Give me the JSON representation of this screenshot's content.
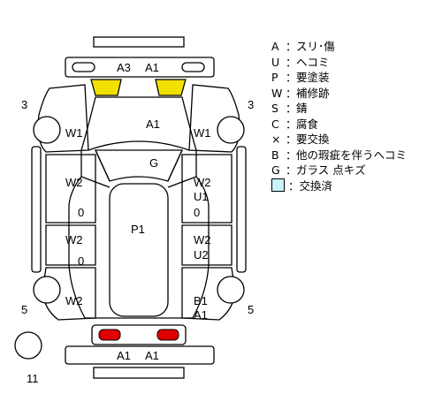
{
  "legend": {
    "items": [
      {
        "code": "A",
        "sep": "：",
        "text": "スリ･傷"
      },
      {
        "code": "U",
        "sep": "：",
        "text": "ヘコミ"
      },
      {
        "code": "P",
        "sep": "：",
        "text": "要塗装"
      },
      {
        "code": "W",
        "sep": "：",
        "text": "補修跡"
      },
      {
        "code": "S",
        "sep": "：",
        "text": "錆"
      },
      {
        "code": "C",
        "sep": "：",
        "text": "腐食"
      },
      {
        "code": "×",
        "sep": "：",
        "text": "要交換"
      },
      {
        "code": "B",
        "sep": "：",
        "text": "他の瑕疵を伴うヘコミ"
      },
      {
        "code": "G",
        "sep": "：",
        "text": "ガラス 点キズ"
      }
    ],
    "swatch_text": "：交換済",
    "swatch_color": "#c8f4f8"
  },
  "colors": {
    "headlight": "#f2e000",
    "taillight": "#e00000"
  },
  "diagram": {
    "front_bumper_a3": "A3",
    "front_bumper_a1": "A1",
    "hood": "A1",
    "windshield": "G",
    "roof": "P1",
    "rear_bumper_a1_left": "A1",
    "rear_bumper_a1_right": "A1",
    "left_fender": "W1",
    "right_fender": "W1",
    "left_front_door_w": "W2",
    "left_front_door_0": "0",
    "left_rear_door": "W2",
    "left_rear_door_0": "0",
    "left_quarter": "W2",
    "right_front_door_w": "W2",
    "right_front_door_u": "U1",
    "right_front_door_0": "0",
    "right_rear_door_w": "W2",
    "right_rear_door_u": "U2",
    "right_quarter_b": "B1",
    "right_quarter_a": "A1",
    "front_left_wheel": "3",
    "front_right_wheel": "3",
    "rear_left_wheel": "5",
    "rear_right_wheel": "5",
    "spare_tire": "11"
  }
}
